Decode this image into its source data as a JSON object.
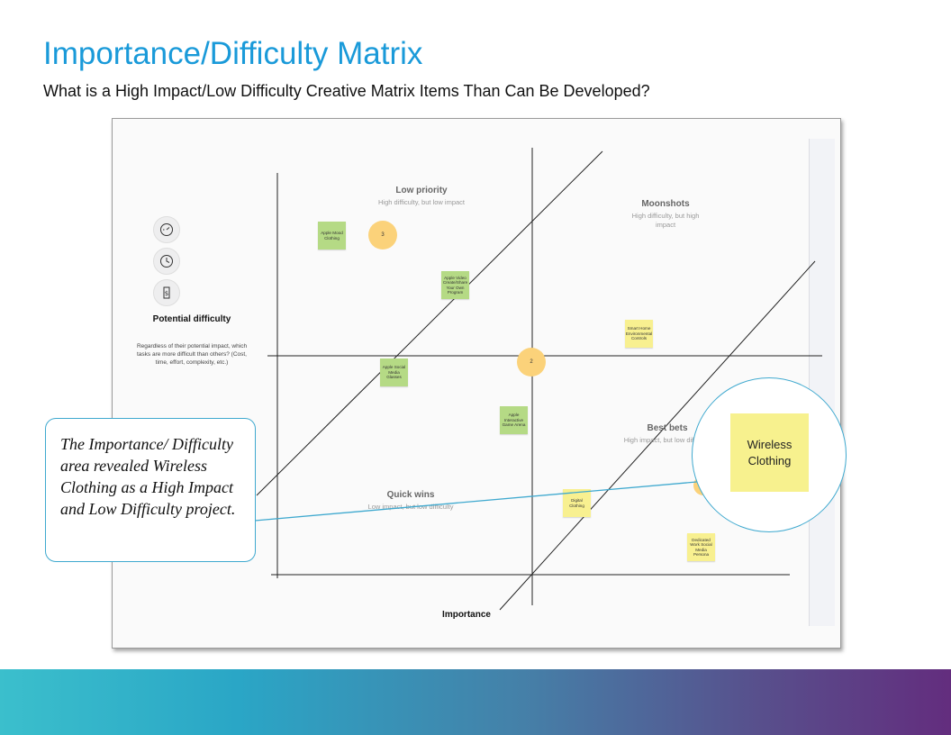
{
  "slide": {
    "title": "Importance/Difficulty Matrix",
    "subtitle": "What is a High Impact/Low Difficulty Creative Matrix Items Than Can Be Developed?"
  },
  "matrix": {
    "difficulty_panel": {
      "icons": [
        "gauge-icon",
        "clock-icon",
        "price-tag-icon"
      ],
      "title": "Potential difficulty",
      "description": "Regardless of their potential impact, which tasks are more difficult than others? (Cost, time, effort, complexity, etc.)"
    },
    "quadrants": {
      "low_priority": {
        "title": "Low priority",
        "subtitle": "High difficulty, but low impact"
      },
      "moonshots": {
        "title": "Moonshots",
        "subtitle": "High difficulty, but high impact"
      },
      "quick_wins": {
        "title": "Quick wins",
        "subtitle": "Low impact, but low difficulty"
      },
      "best_bets": {
        "title": "Best bets",
        "subtitle": "High impact, but low difficulty"
      }
    },
    "x_axis_label": "Importance",
    "stickies": [
      {
        "text": "Apple Mood Clothing",
        "color": "green"
      },
      {
        "text": "Apple Video Create/Share Your Own Program",
        "color": "green"
      },
      {
        "text": "Apple Social Media Glasses",
        "color": "green"
      },
      {
        "text": "Apple Interactive Game Arena",
        "color": "green"
      },
      {
        "text": "Smart Home Environmental Controls",
        "color": "yellow"
      },
      {
        "text": "Digital Clothing",
        "color": "yellow"
      },
      {
        "text": "Dedicated Work Social Media Persona",
        "color": "yellow"
      }
    ],
    "vote_dots": [
      "3",
      "2"
    ]
  },
  "callout": {
    "text": "The Importance/ Difficulty area revealed Wireless Clothing as a High Impact and Low Difficulty project.",
    "zoom_label": "Wireless Clothing"
  },
  "colors": {
    "title_blue": "#1a9ad9",
    "callout_border": "#3fa9cf",
    "sticky_green": "#b5da85",
    "sticky_yellow": "#f8f090",
    "dot_orange": "#fbd27a",
    "gradient_start": "#3bbfcc",
    "gradient_end": "#632d7e"
  }
}
